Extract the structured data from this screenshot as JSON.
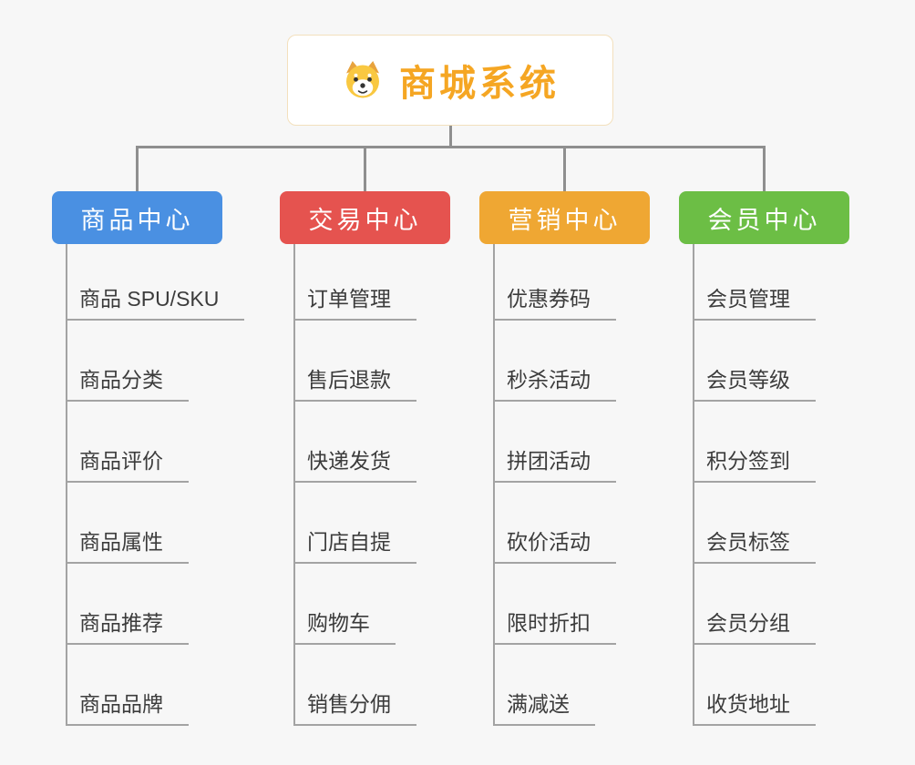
{
  "root": {
    "title": "商城系统",
    "icon": "dog-face-icon",
    "accent_color": "#F5A623"
  },
  "branches": [
    {
      "label": "商品中心",
      "color": "#4A90E2",
      "children": [
        "商品 SPU/SKU",
        "商品分类",
        "商品评价",
        "商品属性",
        "商品推荐",
        "商品品牌"
      ]
    },
    {
      "label": "交易中心",
      "color": "#E5534F",
      "children": [
        "订单管理",
        "售后退款",
        "快递发货",
        "门店自提",
        "购物车",
        "销售分佣"
      ]
    },
    {
      "label": "营销中心",
      "color": "#EFA733",
      "children": [
        "优惠券码",
        "秒杀活动",
        "拼团活动",
        "砍价活动",
        "限时折扣",
        "满减送"
      ]
    },
    {
      "label": "会员中心",
      "color": "#6CBE45",
      "children": [
        "会员管理",
        "会员等级",
        "积分签到",
        "会员标签",
        "会员分组",
        "收货地址"
      ]
    }
  ],
  "connector_color": "#8f8f8f"
}
